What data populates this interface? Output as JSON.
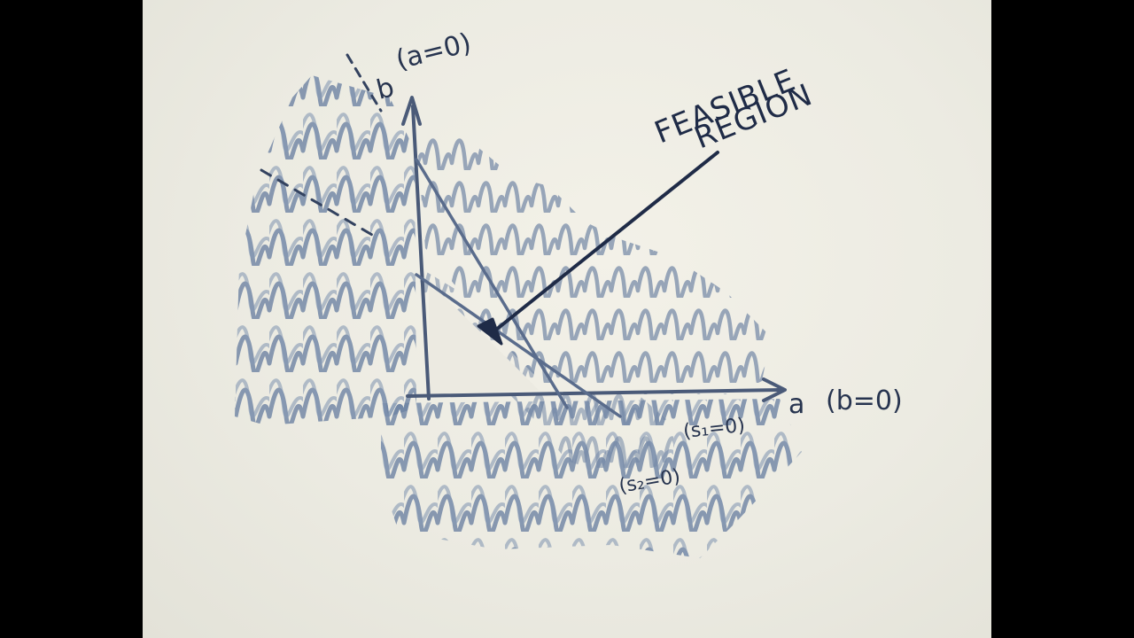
{
  "diagram": {
    "title_line1": "FEASIBLE",
    "title_line2": "REGION",
    "axis_b_label": "b",
    "axis_b_constraint": "(a=0)",
    "axis_a_label": "a",
    "axis_a_constraint": "(b=0)",
    "constraint_s1": "(s₁=0)",
    "constraint_s2": "(s₂=0)"
  },
  "colors": {
    "ink_dark": "#1f2b47",
    "hatch": "#6f84a3",
    "board": "#ecebe2",
    "letterbox": "#000000"
  }
}
